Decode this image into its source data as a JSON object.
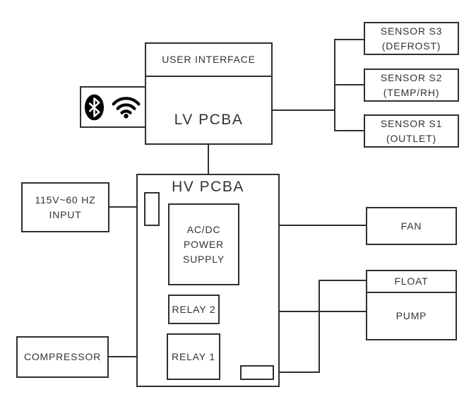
{
  "colors": {
    "stroke": "#2f2f2f",
    "text": "#333333",
    "background": "#ffffff",
    "icon": "#000000"
  },
  "blocks": {
    "user_interface": {
      "label": "USER INTERFACE"
    },
    "lv_pcba": {
      "label": "LV PCBA"
    },
    "wireless": {
      "icons": [
        "bluetooth-icon",
        "wifi-icon"
      ]
    },
    "sensor_s3": {
      "line1": "SENSOR S3",
      "line2": "(DEFROST)"
    },
    "sensor_s2": {
      "line1": "SENSOR S2",
      "line2": "(TEMP/RH)"
    },
    "sensor_s1": {
      "line1": "SENSOR S1",
      "line2": "(OUTLET)"
    },
    "hv_pcba": {
      "label": "HV PCBA"
    },
    "input_115v": {
      "line1": "115V~60 HZ",
      "line2": "INPUT"
    },
    "acdc_power_supply": {
      "line1": "AC/DC",
      "line2": "POWER",
      "line3": "SUPPLY"
    },
    "relay_2": {
      "label": "RELAY 2"
    },
    "relay_1": {
      "label": "RELAY 1"
    },
    "compressor": {
      "label": "COMPRESSOR"
    },
    "fan": {
      "label": "FAN"
    },
    "float": {
      "label": "FLOAT"
    },
    "pump": {
      "label": "PUMP"
    }
  },
  "connections": [
    {
      "from": "USER INTERFACE",
      "to": "LV PCBA"
    },
    {
      "from": "WIRELESS (BLUETOOTH/WIFI)",
      "to": "LV PCBA"
    },
    {
      "from": "LV PCBA",
      "to": "SENSOR S3 (DEFROST)"
    },
    {
      "from": "LV PCBA",
      "to": "SENSOR S2 (TEMP/RH)"
    },
    {
      "from": "LV PCBA",
      "to": "SENSOR S1 (OUTLET)"
    },
    {
      "from": "LV PCBA",
      "to": "HV PCBA"
    },
    {
      "from": "115V~60 HZ INPUT",
      "to": "HV PCBA"
    },
    {
      "from": "AC/DC POWER SUPPLY",
      "to": "FAN"
    },
    {
      "from": "RELAY 2",
      "to": "PUMP"
    },
    {
      "from": "COMPRESSOR",
      "to": "RELAY 1"
    },
    {
      "from": "HV PCBA",
      "to": "FLOAT"
    }
  ]
}
